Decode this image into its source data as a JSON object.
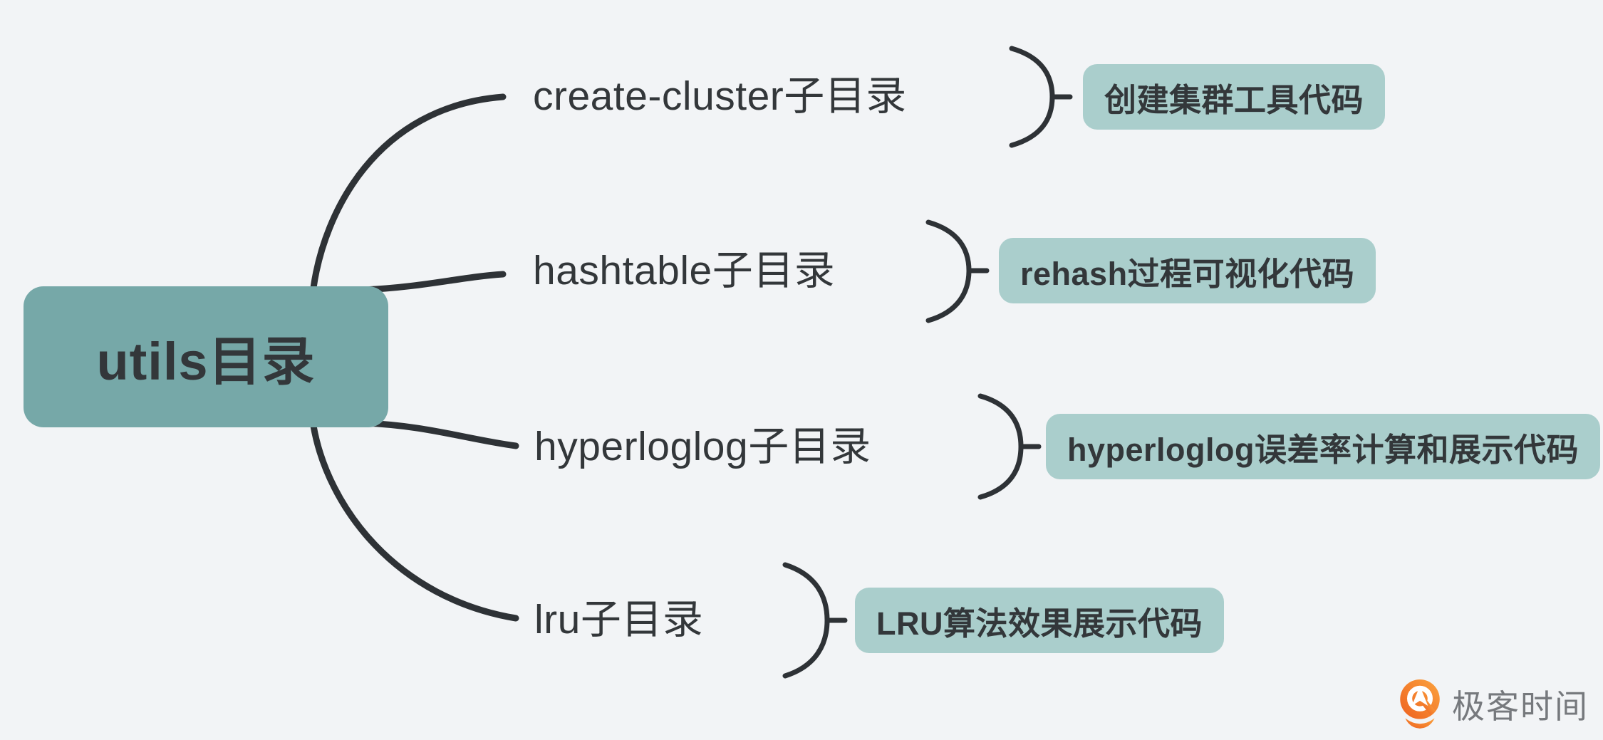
{
  "canvas": {
    "background": "#f2f4f6",
    "line_color": "#2e3236",
    "ink_color": "#33373a"
  },
  "root": {
    "label": "utils目录",
    "fill": "#76a8a8"
  },
  "branches": [
    {
      "label": "create-cluster子目录",
      "note": "创建集群工具代码"
    },
    {
      "label": "hashtable子目录",
      "note": "rehash过程可视化代码"
    },
    {
      "label": "hyperloglog子目录",
      "note": "hyperloglog误差率计算和展示代码"
    },
    {
      "label": "lru子目录",
      "note": "LRU算法效果展示代码"
    }
  ],
  "note_style": {
    "fill": "#aacecc"
  },
  "watermark": {
    "text": "极客时间",
    "icon": "geektime-logo-icon",
    "icon_gradient_top": "#fba33e",
    "icon_gradient_bottom": "#ee611f",
    "text_color": "#76797d"
  }
}
